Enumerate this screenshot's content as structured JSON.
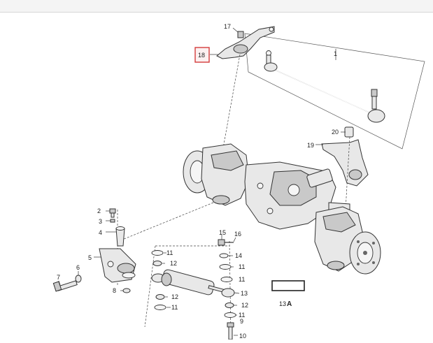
{
  "colors": {
    "highlight": "#d43c3c",
    "line": "#333333"
  },
  "callouts": {
    "c1": "1",
    "c2": "2",
    "c3": "3",
    "c4": "4",
    "c5": "5",
    "c6": "6",
    "c7": "7",
    "c8": "8",
    "c9": "9",
    "c10": "10",
    "c11a": "11",
    "c11b": "11",
    "c11c": "11",
    "c11d": "11",
    "c11e": "11",
    "c12a": "12",
    "c12b": "12",
    "c12c": "12",
    "c13": "13",
    "c14": "14",
    "c15": "15",
    "c16": "16",
    "c17": "17",
    "c18": "18",
    "c19": "19",
    "c20": "20"
  },
  "view": {
    "label_num": "13",
    "label_letter": "A"
  }
}
